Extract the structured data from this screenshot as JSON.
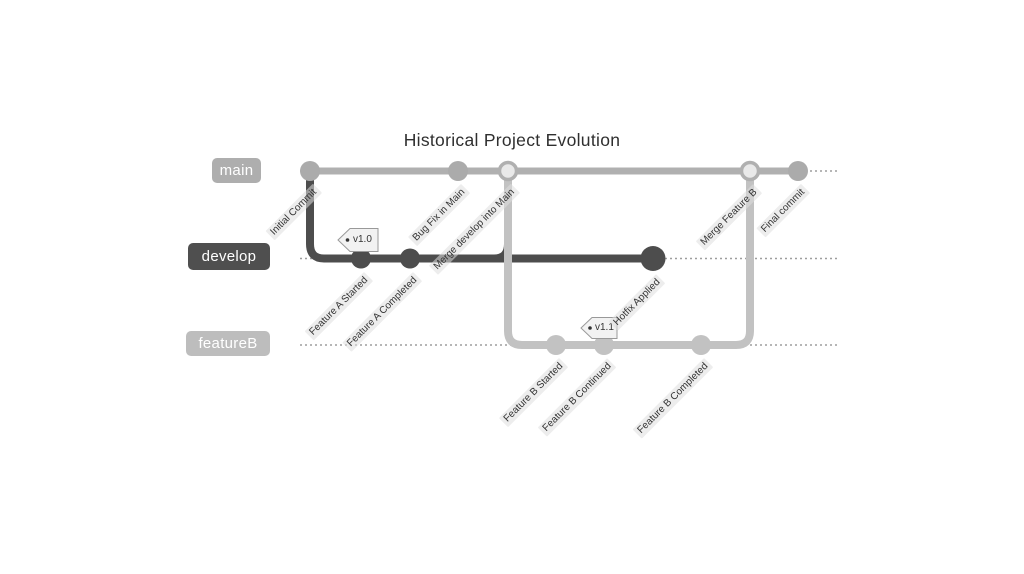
{
  "title": "Historical Project Evolution",
  "branches": [
    {
      "name": "main",
      "color": "#b0b0b0",
      "label_bg": "#aeaeae"
    },
    {
      "name": "develop",
      "color": "#4d4d4d",
      "label_bg": "#4f4f4f"
    },
    {
      "name": "featureB",
      "color": "#c2c2c2",
      "label_bg": "#bdbdbd"
    }
  ],
  "commits": [
    {
      "label": "Initial Commit",
      "branch": "main",
      "type": "normal"
    },
    {
      "label": "Feature A Started",
      "branch": "develop",
      "type": "normal",
      "tag": "v1.0"
    },
    {
      "label": "Feature A Completed",
      "branch": "develop",
      "type": "normal"
    },
    {
      "label": "Bug Fix in Main",
      "branch": "main",
      "type": "normal"
    },
    {
      "label": "Merge develop into Main",
      "branch": "main",
      "type": "merge"
    },
    {
      "label": "Feature B Started",
      "branch": "featureB",
      "type": "normal"
    },
    {
      "label": "Feature B Continued",
      "branch": "featureB",
      "type": "normal",
      "tag": "v1.1"
    },
    {
      "label": "Hotfix Applied",
      "branch": "develop",
      "type": "normal"
    },
    {
      "label": "Feature B Completed",
      "branch": "featureB",
      "type": "normal"
    },
    {
      "label": "Merge Feature B",
      "branch": "main",
      "type": "merge"
    },
    {
      "label": "Final commit",
      "branch": "main",
      "type": "normal"
    }
  ],
  "tags": [
    {
      "label": "v1.0",
      "on_commit": "Feature A Started"
    },
    {
      "label": "v1.1",
      "on_commit": "Feature B Continued"
    }
  ],
  "colors": {
    "main_line": "#b0b0b0",
    "develop_line": "#4d4d4d",
    "featureB_line": "#c2c2c2",
    "merge_commit_fill": "#e9e9e9",
    "lane_dotted": "#9e9e9e",
    "commit_label_text": "#333333",
    "commit_label_bg": "#dedede",
    "tag_bg": "#f2f2f2",
    "tag_border": "#999999",
    "title_text": "#2f2f2f"
  }
}
